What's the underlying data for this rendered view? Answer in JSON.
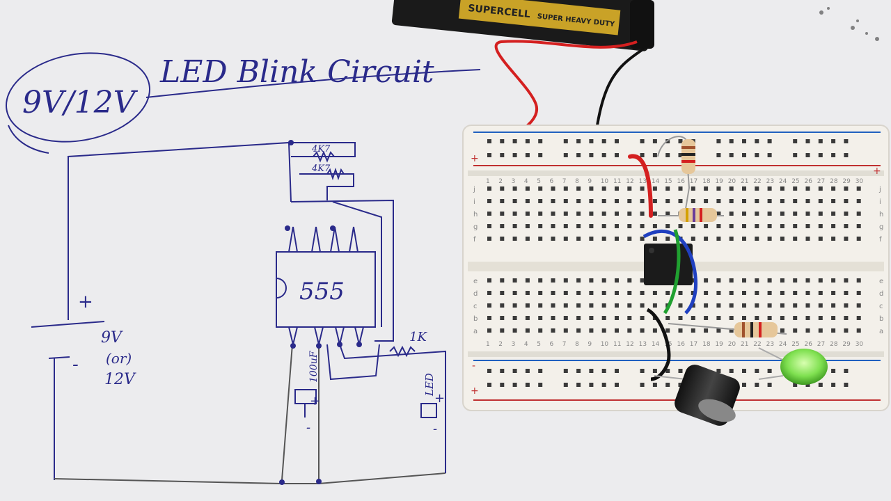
{
  "paper": {
    "title": "LED Blink Circuit",
    "voltage_badge": "9V/12V",
    "ic_label": "555",
    "r1_label": "4K7",
    "r2_label": "4K7",
    "r3_label": "1K",
    "cap_label": "100uF",
    "led_label": "LED",
    "battery_plus": "+",
    "battery_minus": "-",
    "battery_volt_line1": "9V",
    "battery_volt_line2": "(or)",
    "battery_volt_line3": "12V",
    "cap_plus": "+",
    "cap_minus": "-",
    "led_plus": "+",
    "led_minus": "-"
  },
  "battery": {
    "brand": "SUPERCELL",
    "type": "SUPER HEAVY DUTY"
  },
  "breadboard": {
    "rail_plus": "+",
    "rail_minus": "-",
    "row_letters_top": [
      "j",
      "i",
      "h",
      "g",
      "f"
    ],
    "row_letters_bottom": [
      "e",
      "d",
      "c",
      "b",
      "a"
    ],
    "column_numbers": [
      "1",
      "2",
      "3",
      "4",
      "5",
      "6",
      "7",
      "8",
      "9",
      "10",
      "11",
      "12",
      "13",
      "14",
      "15",
      "16",
      "17",
      "18",
      "19",
      "20",
      "21",
      "22",
      "23",
      "24",
      "25",
      "26",
      "27",
      "28",
      "29",
      "30"
    ]
  },
  "colors": {
    "ink": "#2a2a8a",
    "board": "#f3f0ea",
    "hole": "#3a3a3a",
    "red_wire": "#d42020",
    "black_wire": "#111111",
    "blue_wire": "#2040c0",
    "green_wire": "#20a030",
    "led": "#7fe050"
  }
}
